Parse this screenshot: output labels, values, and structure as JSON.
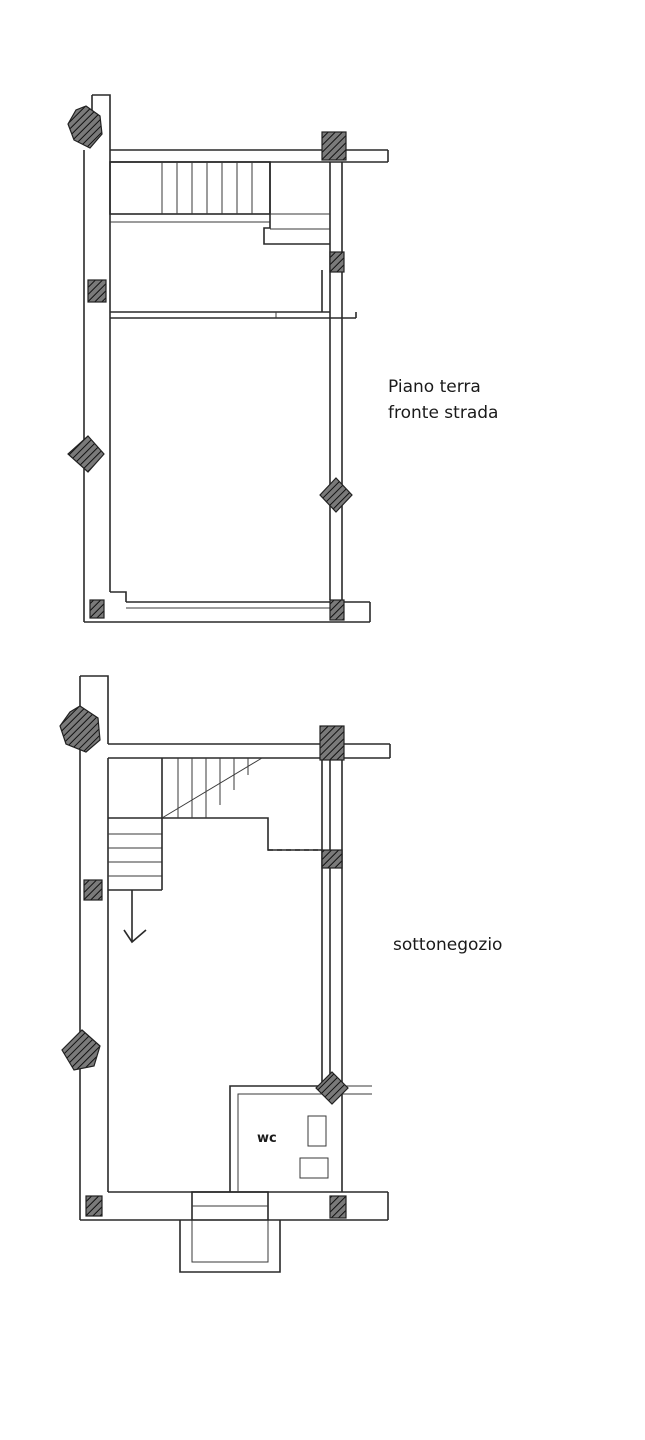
{
  "floors": [
    {
      "id": "ground",
      "label_lines": [
        "Piano terra",
        "fronte strada"
      ]
    },
    {
      "id": "basement",
      "label_lines": [
        "sottonegozio"
      ]
    }
  ],
  "rooms": [
    {
      "id": "wc",
      "label": "wc"
    }
  ],
  "colors": {
    "line": "#2a2a2a",
    "fill": "#555555",
    "background": "#ffffff"
  }
}
